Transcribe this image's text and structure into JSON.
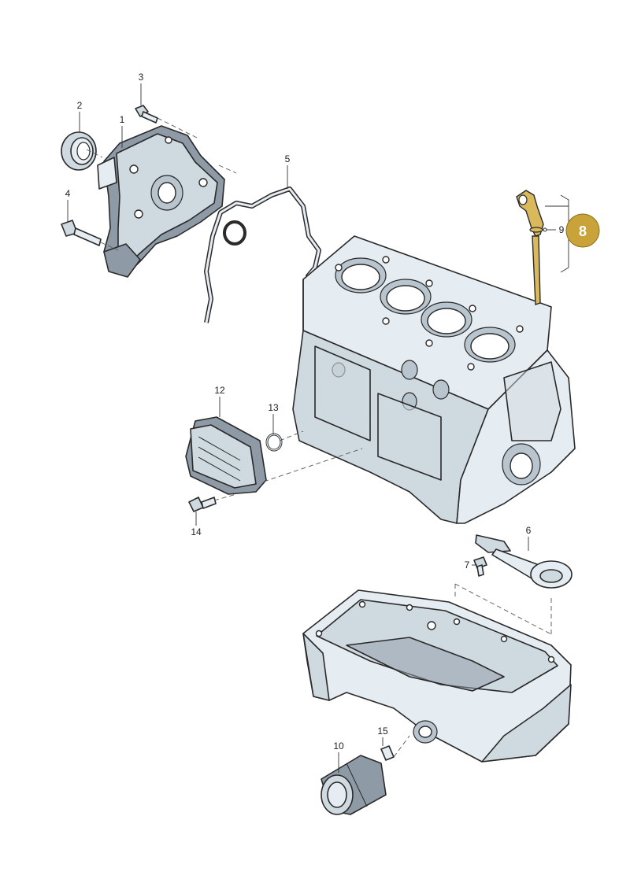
{
  "callouts": [
    {
      "id": "1",
      "label": "1"
    },
    {
      "id": "2",
      "label": "2"
    },
    {
      "id": "3",
      "label": "3"
    },
    {
      "id": "4",
      "label": "4"
    },
    {
      "id": "5",
      "label": "5"
    },
    {
      "id": "6",
      "label": "6"
    },
    {
      "id": "7",
      "label": "7"
    },
    {
      "id": "8",
      "label": "8"
    },
    {
      "id": "9",
      "label": "9"
    },
    {
      "id": "10",
      "label": "10"
    },
    {
      "id": "12",
      "label": "12"
    },
    {
      "id": "13",
      "label": "13"
    },
    {
      "id": "14",
      "label": "14"
    },
    {
      "id": "15",
      "label": "15"
    }
  ],
  "colors": {
    "badge_fill": "#c9a33a",
    "badge_text": "#ffffff",
    "dipstick": "#d9b95c",
    "part_light": "#e6edf2",
    "part_dark": "#8e9aa6"
  }
}
